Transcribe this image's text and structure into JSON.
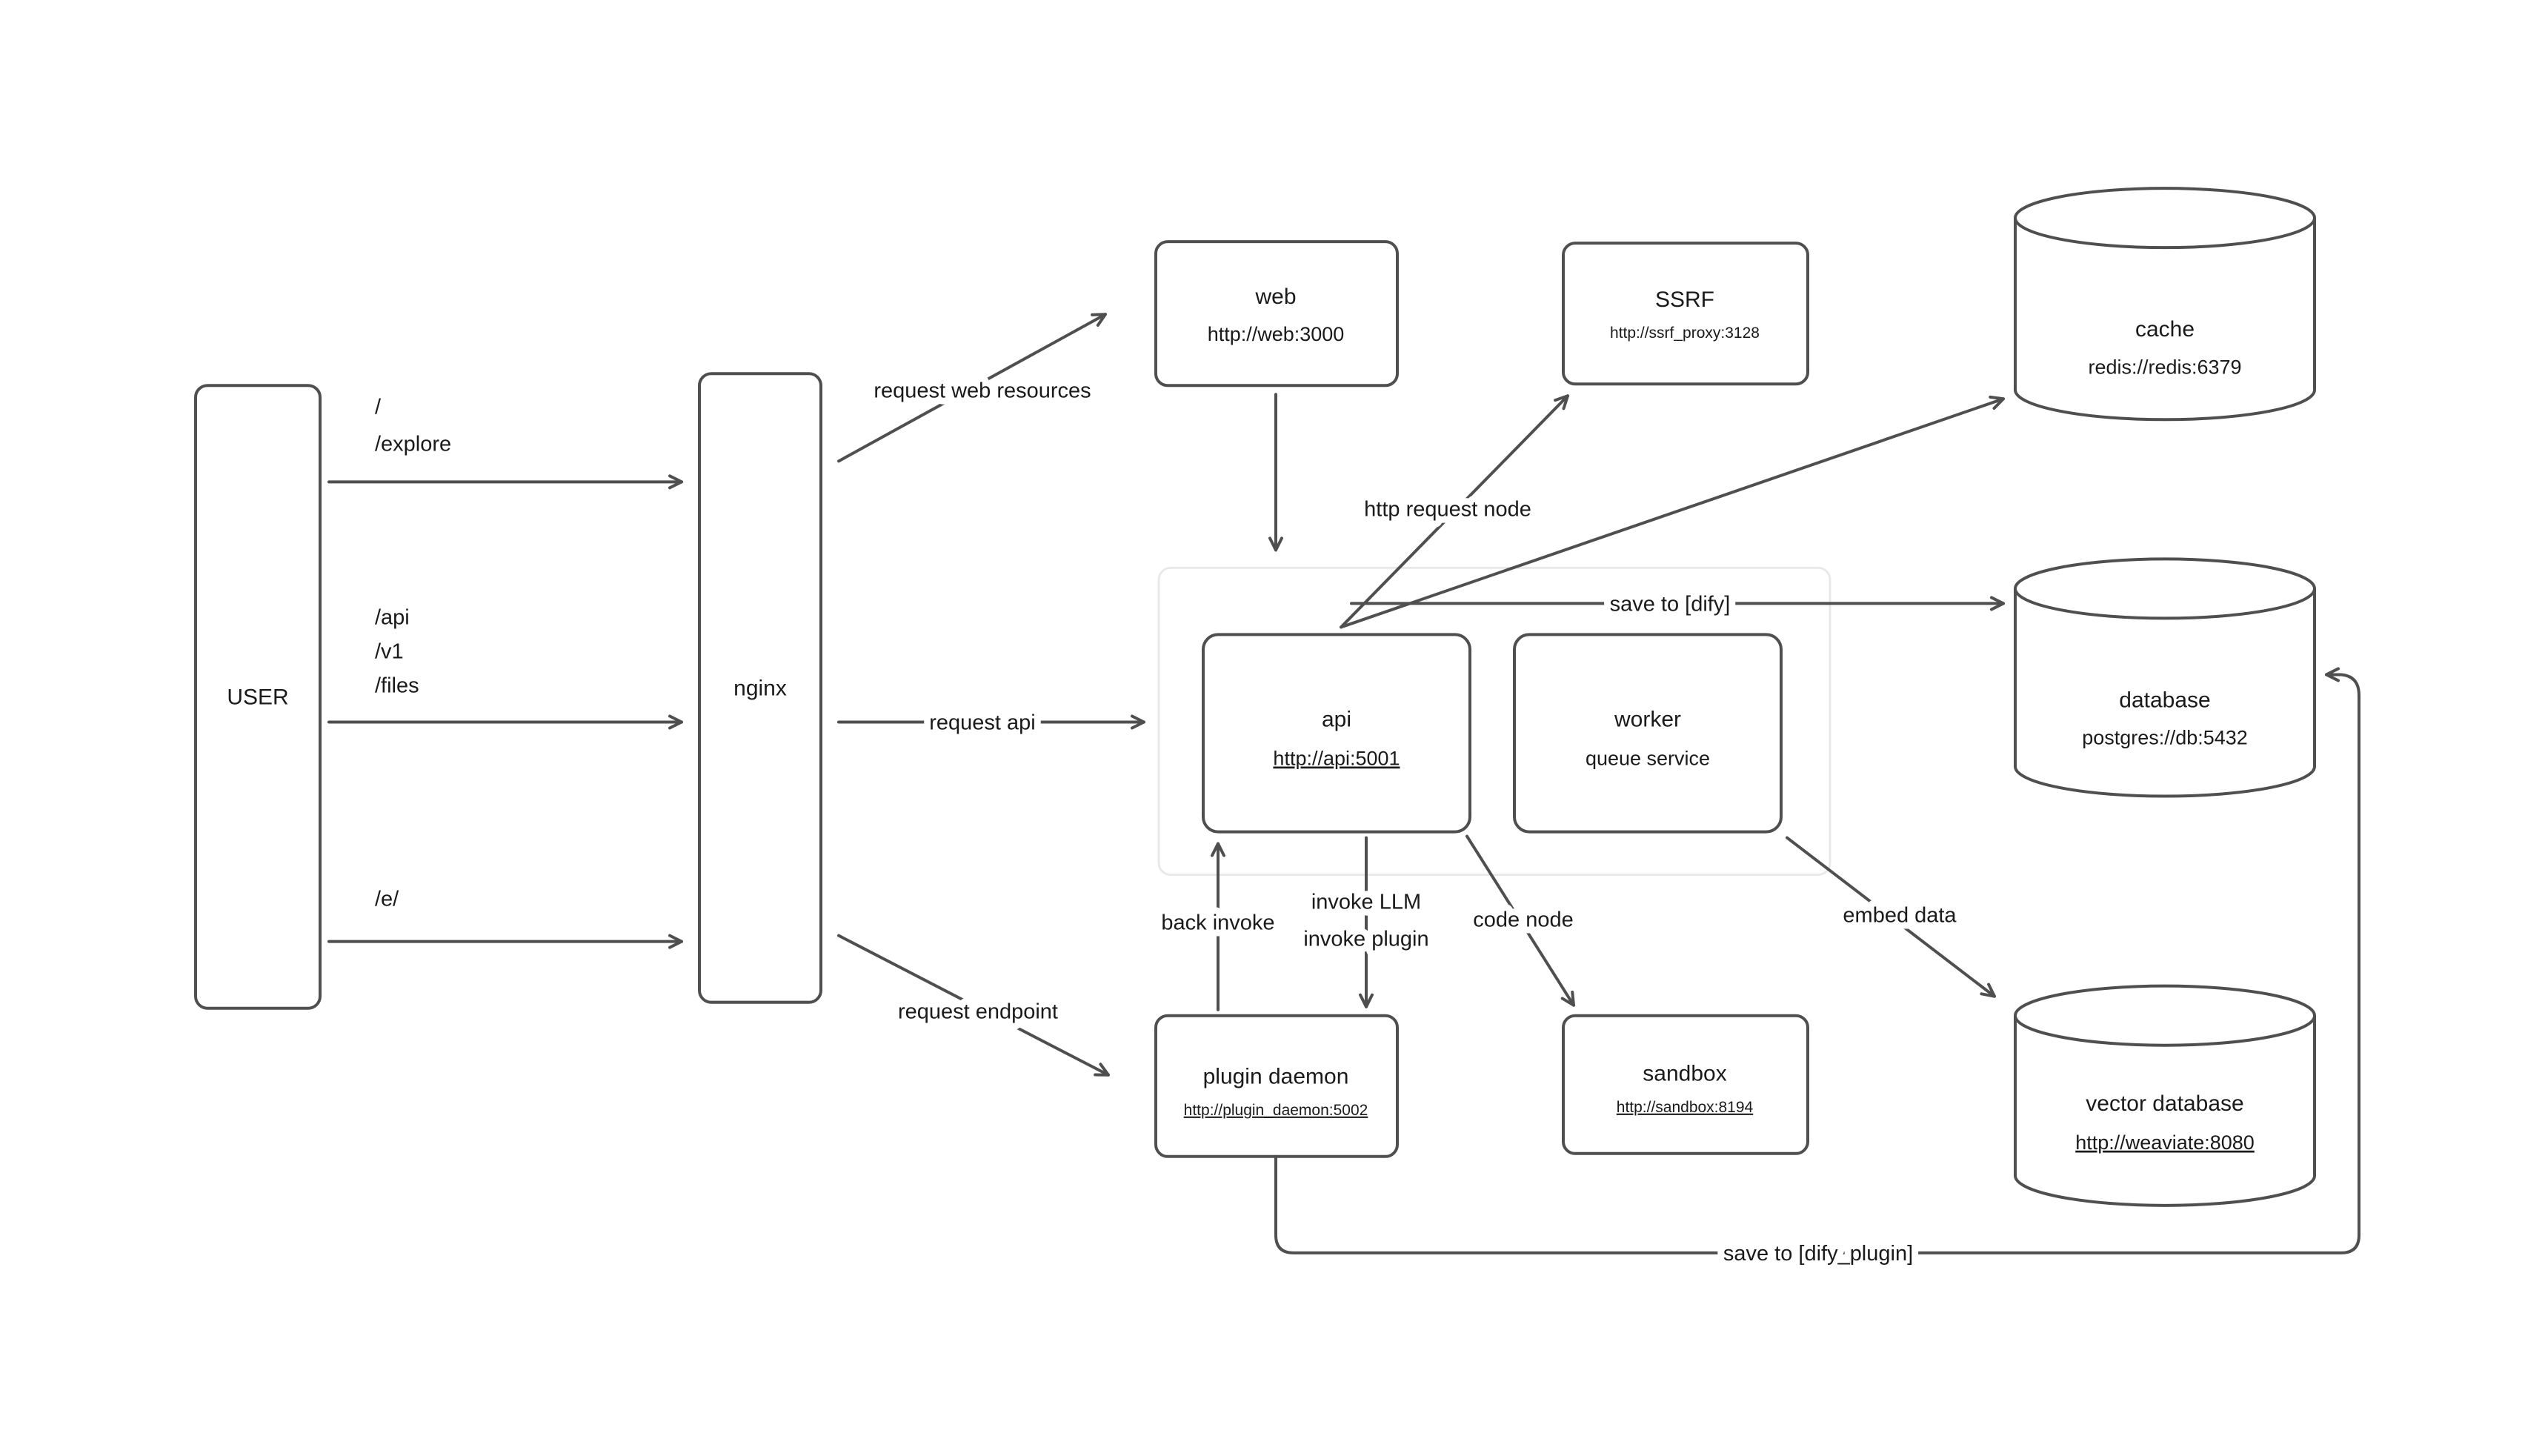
{
  "colors": {
    "stroke": "#4f4f4f",
    "text": "#1a1a1a",
    "group": "#e8e8e8",
    "bg": "#ffffff"
  },
  "nodes": {
    "user": {
      "label": "USER"
    },
    "nginx": {
      "label": "nginx"
    },
    "web": {
      "label": "web",
      "sub": "http://web:3000"
    },
    "ssrf": {
      "label": "SSRF",
      "sub": "http://ssrf_proxy:3128"
    },
    "cache": {
      "label": "cache",
      "sub": "redis://redis:6379"
    },
    "api": {
      "label": "api",
      "sub": "http://api:5001"
    },
    "worker": {
      "label": "worker",
      "sub": "queue service"
    },
    "database": {
      "label": "database",
      "sub": "postgres://db:5432"
    },
    "plugin_daemon": {
      "label": "plugin daemon",
      "sub": "http://plugin_daemon:5002"
    },
    "sandbox": {
      "label": "sandbox",
      "sub": "http://sandbox:8194"
    },
    "vector_database": {
      "label": "vector database",
      "sub": "http://weaviate:8080"
    }
  },
  "edges": {
    "routes_root": [
      "/",
      "/explore"
    ],
    "routes_api": [
      "/api",
      "/v1",
      "/files"
    ],
    "routes_e": [
      "/e/"
    ],
    "labels": {
      "request_web_resources": "request web resources",
      "request_api": "request api",
      "request_endpoint": "request endpoint",
      "http_request_node": "http request node",
      "save_to_dify": "save to [dify]",
      "back_invoke": "back invoke",
      "invoke_llm": "invoke LLM",
      "invoke_plugin": "invoke plugin",
      "code_node": "code node",
      "embed_data": "embed data",
      "save_to_dify_plugin": "save to [dify_plugin]"
    }
  }
}
